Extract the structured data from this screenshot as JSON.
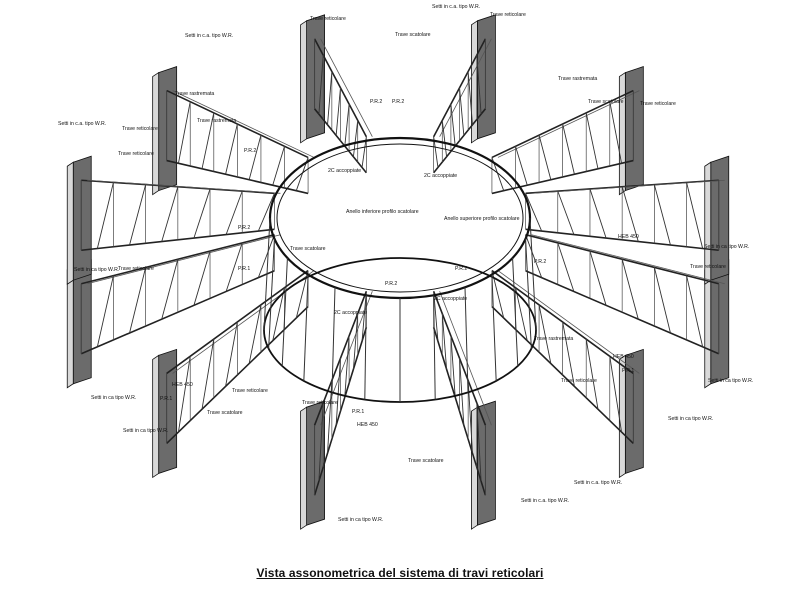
{
  "caption": "Vista assonometrica del sistema di travi reticolari",
  "labels": {
    "setti_ca_tipo_wr_a": "Setti in c.a. tipo W.R.",
    "trave_reticolare_top": "Trave reticolare",
    "setti_ca_tipo_wr_top": "Setti in c.a. tipo W.R.",
    "trave_reticolare_top_right": "Trave reticolare",
    "trave_scatolare_top": "Trave scatolare",
    "trave_rastremata_left": "Trave rastremata",
    "trave_rastremata_left2": "Trave rastremata",
    "trave_reticolare_left_mid": "Trave reticolare",
    "setti_ca_tipo_wr_left": "Setti in c.a. tipo W.R.",
    "trave_reticolare_left": "Trave reticolare",
    "trave_rastremata_right": "Trave rastremata",
    "trave_scatolare_right": "Trave scatolare",
    "trave_reticolare_right": "Trave reticolare",
    "pr2_top_left": "P.R.2",
    "pr2_top_right": "P.R.2",
    "pr2_left": "P.R.2",
    "c2_accoppiate_top_left": "2C accoppiate",
    "c2_accoppiate_top_right": "2C accoppiate",
    "anello_inferiore": "Anello inferiore profilo scatolare",
    "anello_superiore": "Anello superiore profilo scatolare",
    "heb450_right": "HEB 450",
    "setti_ca_tipo_wr_right": "Setti in ca tipo W.R.",
    "trave_reticolare_right2": "Trave reticolare",
    "pr2_left_lower": "P.R.2",
    "trave_scatolare_left": "Trave scatolare",
    "pr1_left": "P.R.1",
    "setti_ca_tipo_wr_left2": "Setti in ca tipo W.R.",
    "trave_reticolare_left2": "Trave reticolare",
    "pr2_center": "P.R.2",
    "pr2_center_right": "P.R.2",
    "pr2_right": "P.R.2",
    "c2_accoppiate_center": "2C accoppiate",
    "c2_accoppiate_center_right": "2C accoppiate",
    "trave_rastremata_right2": "Trave rastremata",
    "heb450_right2": "HEB 450",
    "pr1_right": "P.R.1",
    "trave_reticolare_right3": "Trave reticolare",
    "setti_ca_tipo_wr_right2": "Setti in ca tipo W.R.",
    "setti_ca_tipo_wr_right3": "Setti in ca tipo W.R.",
    "heb450_left": "HEB 450",
    "pr1_left2": "P.R.1",
    "trave_scatolare_left2": "Trave scatolare",
    "trave_reticolare_left3": "Trave reticolare",
    "setti_ca_tipo_wr_left3": "Setti in ca tipo W.R.",
    "setti_ca_tipo_wr_left4": "Setti in ca tipo W.R.",
    "trave_reticolare_bottom": "Trave reticolare",
    "pr1_bottom": "P.R.1",
    "heb450_bottom": "HEB 450",
    "trave_scatolare_bottom": "Trave scatolare",
    "setti_ca_tipo_wr_bottom": "Setti in ca tipo W.R.",
    "setti_ca_tipo_wr_bottom_right": "Setti in c.a. tipo W.R.",
    "setti_ca_tipo_wr_bottom_right2": "Setti in c.a. tipo W.R."
  }
}
